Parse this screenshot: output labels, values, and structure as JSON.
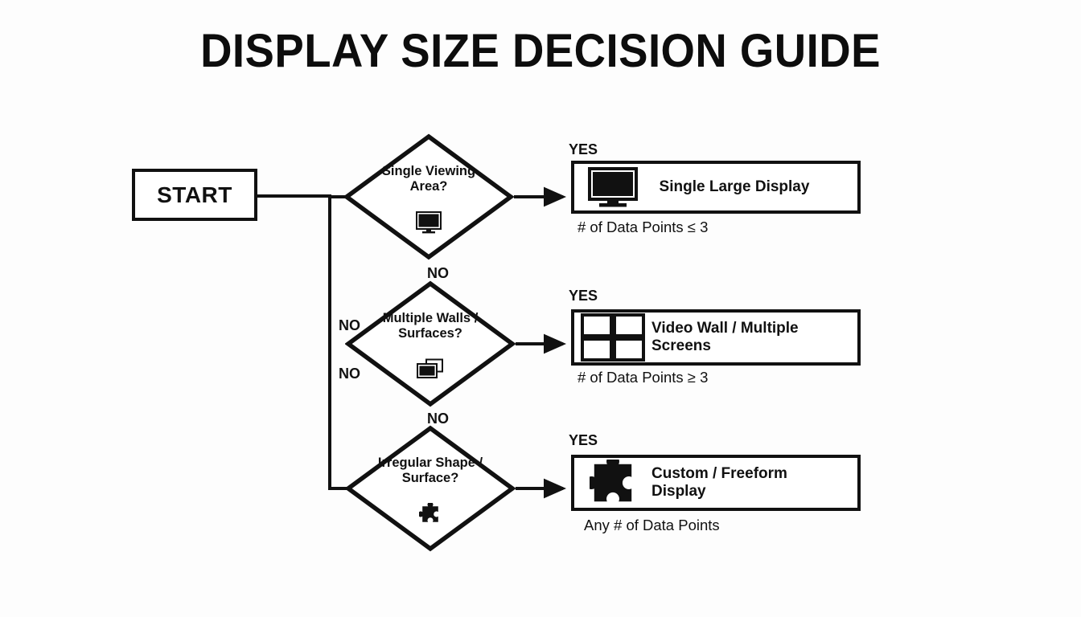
{
  "page": {
    "title": "DISPLAY SIZE DECISION GUIDE",
    "background_color": "#fdfdfd",
    "line_color": "#111111"
  },
  "start": {
    "label": "START"
  },
  "decisions": [
    {
      "id": "single-viewing-area",
      "line1": "Single Viewing",
      "line2": "Area?",
      "icon": "single-monitor-icon"
    },
    {
      "id": "multiple-walls-surfaces",
      "line1": "Multiple Walls /",
      "line2": "Surfaces?",
      "icon": "multiple-screens-icon"
    },
    {
      "id": "irregular-shape-surface",
      "line1": "Irregular Shape /",
      "line2": "Surface?",
      "icon": "puzzle-piece-icon"
    }
  ],
  "results": [
    {
      "id": "single-large-display",
      "yes_label": "YES",
      "label": "Single Large Display",
      "caption": "# of Data Points ≤ 3",
      "icon": "monitor-icon"
    },
    {
      "id": "video-wall",
      "yes_label": "YES",
      "label": "Video Wall / Multiple Screens",
      "caption": "# of Data Points ≥ 3",
      "icon": "video-wall-grid-icon"
    },
    {
      "id": "custom-freeform-display",
      "yes_label": "YES",
      "label_line1": "Custom / Freeform",
      "label_line2": "Display",
      "caption": "Any # of Data Points",
      "icon": "puzzle-piece-icon"
    }
  ],
  "edge_labels": {
    "no_below_decision_1": "NO",
    "no_left_upper_decision_2": "NO",
    "no_left_lower_decision_2": "NO",
    "no_below_decision_2": "NO"
  }
}
